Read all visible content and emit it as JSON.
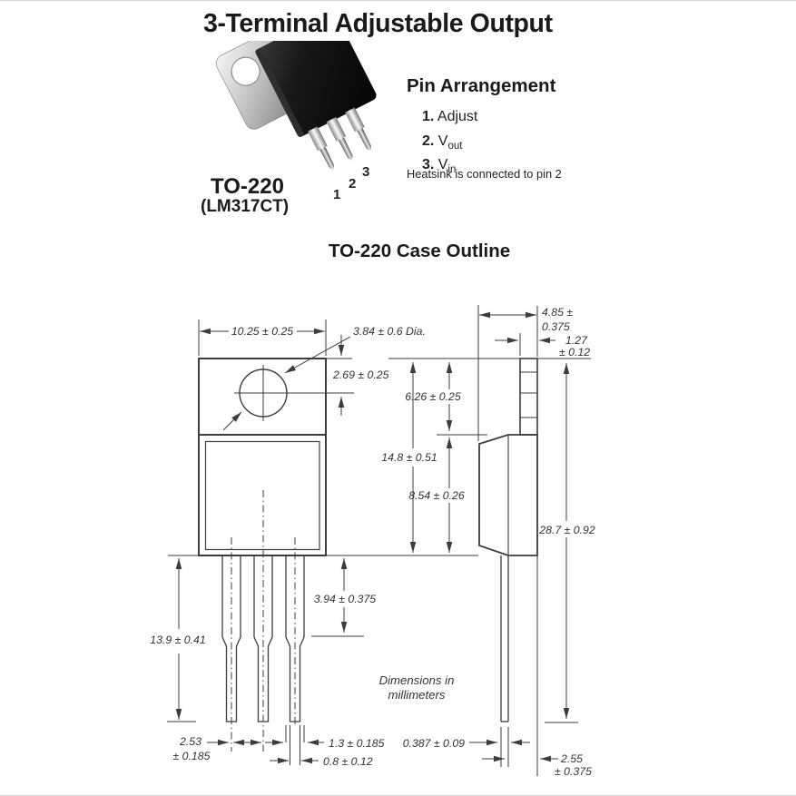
{
  "page": {
    "title": "3-Terminal Adjustable Output"
  },
  "package_photo": {
    "name": "TO-220",
    "part": "(LM317CT)",
    "pins": [
      "1",
      "2",
      "3"
    ]
  },
  "pin_arrangement": {
    "heading": "Pin Arrangement",
    "pins": [
      {
        "n": "1.",
        "label": "Adjust",
        "sub": ""
      },
      {
        "n": "2.",
        "label": "V",
        "sub": "out"
      },
      {
        "n": "3.",
        "label": "V",
        "sub": "in"
      }
    ],
    "note": "Heatsink is connected to pin 2"
  },
  "outline": {
    "heading": "TO-220 Case Outline",
    "units_note_line1": "Dimensions in",
    "units_note_line2": "millimeters",
    "dims": {
      "tab_width": "10.25 ± 0.25",
      "hole_dia": "3.84 ± 0.6 Dia.",
      "hole_offset": "2.69 ± 0.25",
      "tab_height": "6.26 ± 0.25",
      "height_to_shoulder": "14.8 ± 0.51",
      "body_height": "8.54 ± 0.26",
      "lead_length": "13.9 ± 0.41",
      "lead_shoulder_length": "3.94 ± 0.375",
      "lead_pitch_a": "2.53",
      "lead_pitch_b": "± 0.185",
      "lead_width_wide": "1.3 ± 0.185",
      "lead_width_narrow": "0.8 ± 0.12",
      "body_depth_a": "4.85 ±",
      "body_depth_b": "0.375",
      "tab_thickness_a": "1.27",
      "tab_thickness_b": "± 0.12",
      "overall_height": "28.7 ± 0.92",
      "lead_thickness": "0.387 ± 0.09",
      "lead_setback_a": "2.55",
      "lead_setback_b": "± 0.375"
    },
    "colors": {
      "ink": "#3d3d3d",
      "text": "#333333"
    }
  }
}
